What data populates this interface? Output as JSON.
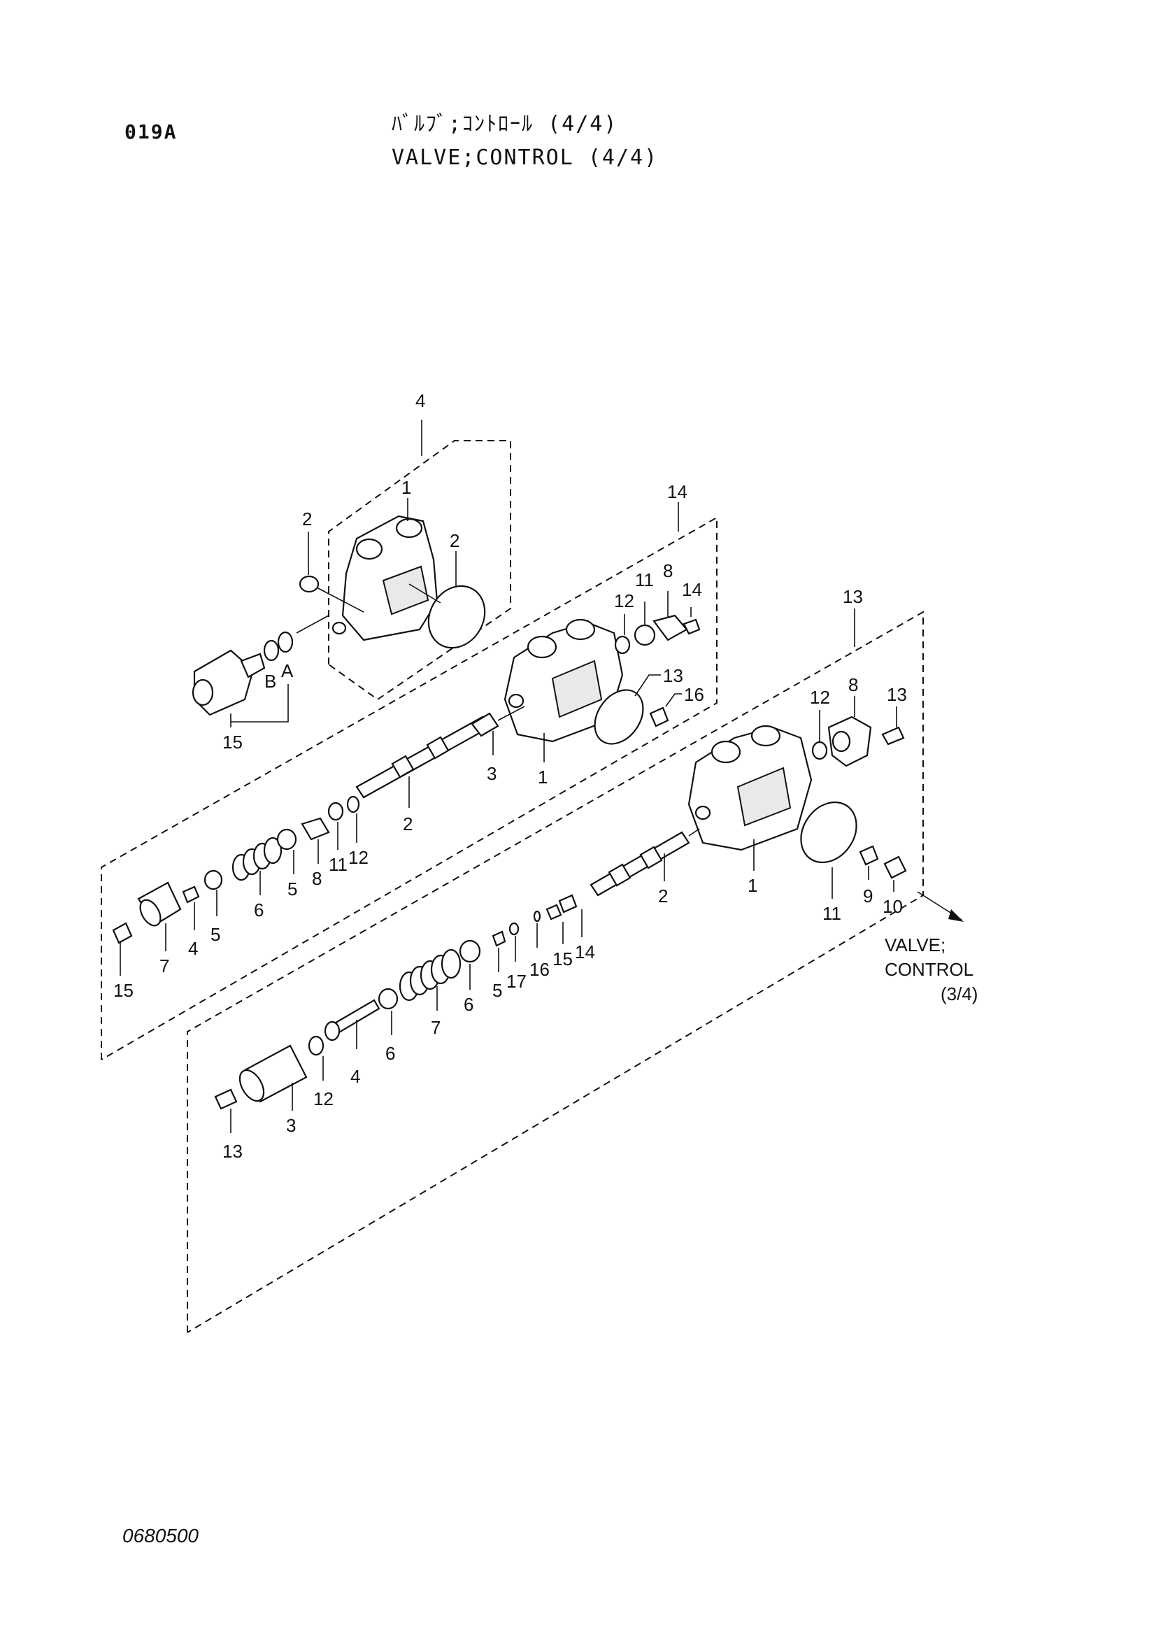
{
  "header": {
    "page_code": "019A",
    "title_jp": "ﾊﾞﾙﾌﾞ;ｺﾝﾄﾛｰﾙ (4/4)",
    "title_en": "VALVE;CONTROL (4/4)"
  },
  "footer": {
    "drawing_number": "0680500"
  },
  "reference": {
    "line1": "VALVE;",
    "line2": "CONTROL",
    "line3": "(3/4)"
  },
  "assembly_4": {
    "label": "4",
    "callouts": {
      "body": "1",
      "plug_oring": "2",
      "body_oring": "2",
      "oring_b": "B",
      "oring_a": "A",
      "relief": "15"
    }
  },
  "assembly_14": {
    "label": "14",
    "callouts": {
      "body": "1",
      "spool": "2",
      "spool_end": "3",
      "cap_bolt": "15",
      "cap": "7",
      "bolt": "4",
      "seat": "5",
      "spring": "6",
      "spring_seat": "5",
      "plate": "8",
      "ring11": "11",
      "ring12": "12",
      "top12": "12",
      "top11": "11",
      "top8": "8",
      "top14": "14",
      "oring13": "13",
      "plug16": "16"
    }
  },
  "assembly_13": {
    "label": "13",
    "callouts": {
      "top12": "12",
      "top8": "8",
      "top13": "13",
      "body": "1",
      "spool": "2",
      "oring11": "11",
      "plug9": "9",
      "plug10": "10",
      "small14": "14",
      "small15": "15",
      "small16": "16",
      "small17": "17",
      "small5": "5",
      "seat6": "6",
      "spring7": "7",
      "seat6b": "6",
      "bolt4": "4",
      "ring12": "12",
      "cap3": "3",
      "bolt13": "13"
    }
  }
}
